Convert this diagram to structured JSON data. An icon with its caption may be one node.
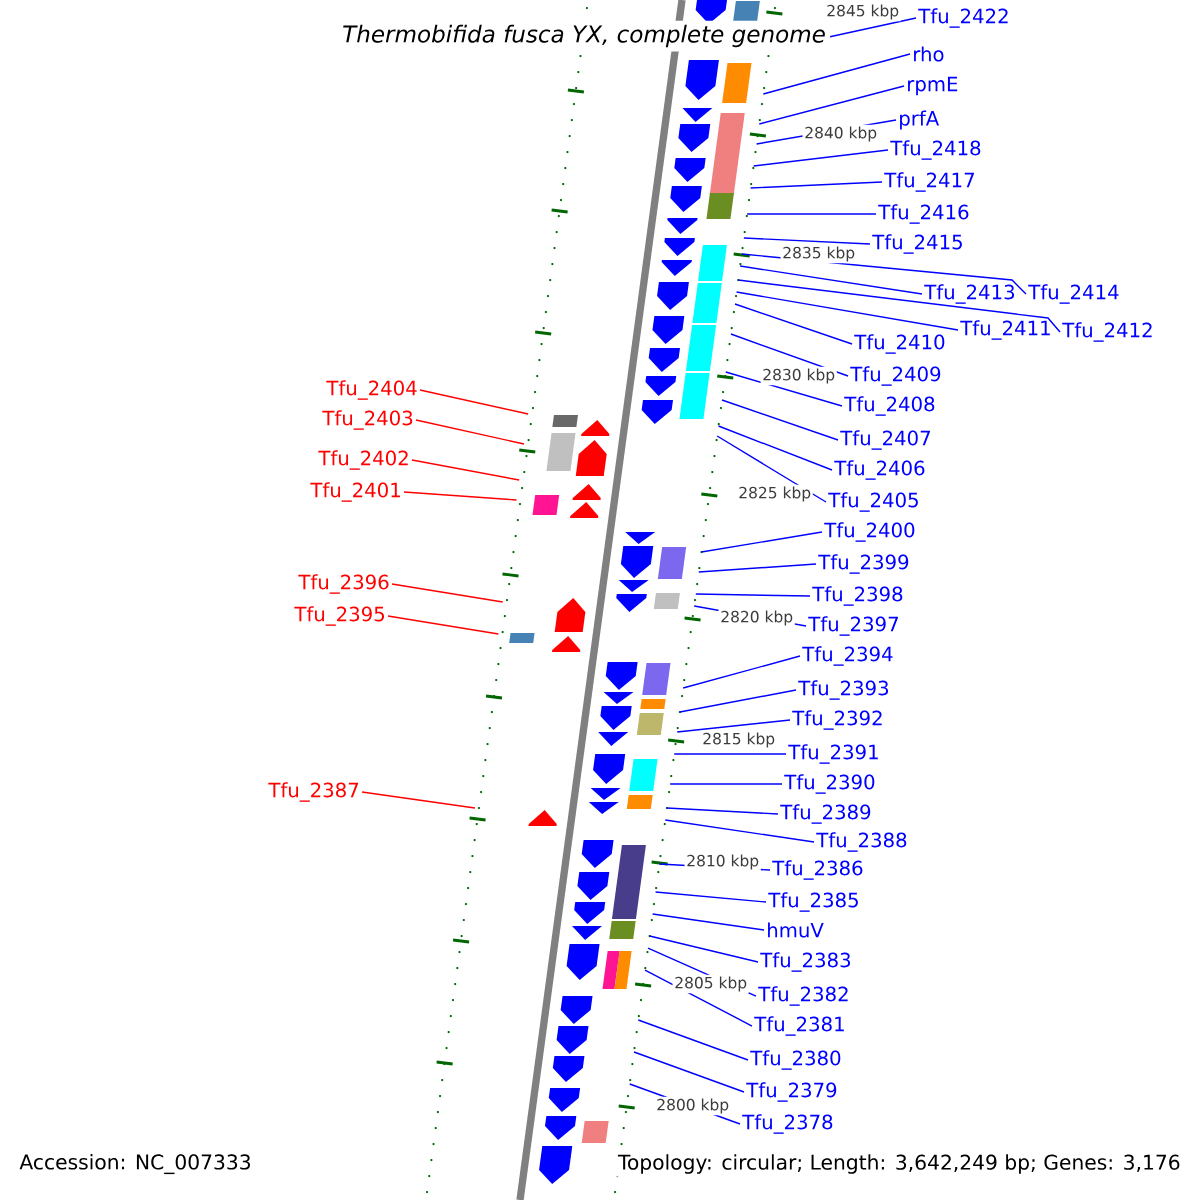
{
  "diagram": {
    "title": "Thermobifida fusca YX, complete genome",
    "nodes": [
      {
        "text": [
          "Tfu_2422"
        ]
      },
      {
        "text": [
          "rho"
        ]
      },
      {
        "text": [
          "rpmE"
        ]
      },
      {
        "text": [
          "prfA"
        ]
      },
      {
        "text": [
          "Tfu_2418"
        ]
      },
      {
        "text": [
          "Tfu_2417"
        ]
      },
      {
        "text": [
          "Tfu_2416"
        ]
      },
      {
        "text": [
          "Tfu_2415"
        ]
      },
      {
        "text": [
          "Tfu_2413"
        ]
      },
      {
        "text": [
          "Tfu_2414"
        ]
      },
      {
        "text": [
          "Tfu_2411"
        ]
      },
      {
        "text": [
          "Tfu_2412"
        ]
      },
      {
        "text": [
          "Tfu_2410"
        ]
      },
      {
        "text": [
          "Tfu_2409"
        ]
      },
      {
        "text": [
          "Tfu_2408"
        ]
      },
      {
        "text": [
          "Tfu_2407"
        ]
      },
      {
        "text": [
          "Tfu_2406"
        ]
      },
      {
        "text": [
          "Tfu_2405"
        ]
      },
      {
        "text": [
          "Tfu_2400"
        ]
      },
      {
        "text": [
          "Tfu_2399"
        ]
      },
      {
        "text": [
          "Tfu_2398"
        ]
      },
      {
        "text": [
          "Tfu_2397"
        ]
      },
      {
        "text": [
          "Tfu_2394"
        ]
      },
      {
        "text": [
          "Tfu_2393"
        ]
      },
      {
        "text": [
          "Tfu_2392"
        ]
      },
      {
        "text": [
          "Tfu_2391"
        ]
      },
      {
        "text": [
          "Tfu_2390"
        ]
      },
      {
        "text": [
          "Tfu_2389"
        ]
      },
      {
        "text": [
          "Tfu_2388"
        ]
      },
      {
        "text": [
          "Tfu_2386"
        ]
      },
      {
        "text": [
          "Tfu_2385"
        ]
      },
      {
        "text": [
          "hmuV"
        ]
      },
      {
        "text": [
          "Tfu_2383"
        ]
      },
      {
        "text": [
          "Tfu_2382"
        ]
      },
      {
        "text": [
          "Tfu_2381"
        ]
      },
      {
        "text": [
          "Tfu_2380"
        ]
      },
      {
        "text": [
          "Tfu_2379"
        ]
      },
      {
        "text": [
          "Tfu_2378"
        ]
      },
      {
        "text": [
          "Tfu_2404"
        ]
      },
      {
        "text": [
          "Tfu_2403"
        ]
      },
      {
        "text": [
          "Tfu_2402"
        ]
      },
      {
        "text": [
          "Tfu_2401"
        ]
      },
      {
        "text": [
          "Tfu_2396"
        ]
      },
      {
        "text": [
          "Tfu_2395"
        ]
      },
      {
        "text": [
          "Tfu_2387"
        ]
      },
      {
        "text": [],
        "shape": "picture"
      }
    ],
    "edges": [
      {
        "from": 0,
        "to": 45,
        "arrow": "none"
      },
      {
        "from": 1,
        "to": 45,
        "arrow": "none"
      },
      {
        "from": 2,
        "to": 45,
        "arrow": "none"
      },
      {
        "from": 3,
        "to": 45,
        "arrow": "none"
      },
      {
        "from": 4,
        "to": 45,
        "arrow": "none"
      },
      {
        "from": 5,
        "to": 45,
        "arrow": "none"
      },
      {
        "from": 6,
        "to": 45,
        "arrow": "none"
      },
      {
        "from": 7,
        "to": 45,
        "arrow": "none"
      },
      {
        "from": 8,
        "to": 45,
        "arrow": "none"
      },
      {
        "from": 9,
        "to": 45,
        "arrow": "none"
      },
      {
        "from": 10,
        "to": 45,
        "arrow": "none"
      },
      {
        "from": 11,
        "to": 45,
        "arrow": "none"
      },
      {
        "from": 12,
        "to": 45,
        "arrow": "none"
      },
      {
        "from": 13,
        "to": 45,
        "arrow": "none"
      },
      {
        "from": 14,
        "to": 45,
        "arrow": "none"
      },
      {
        "from": 15,
        "to": 45,
        "arrow": "none"
      },
      {
        "from": 16,
        "to": 45,
        "arrow": "none"
      },
      {
        "from": 17,
        "to": 45,
        "arrow": "none"
      },
      {
        "from": 18,
        "to": 45,
        "arrow": "none"
      },
      {
        "from": 19,
        "to": 45,
        "arrow": "none"
      },
      {
        "from": 20,
        "to": 45,
        "arrow": "none"
      },
      {
        "from": 21,
        "to": 45,
        "arrow": "none"
      },
      {
        "from": 22,
        "to": 45,
        "arrow": "none"
      },
      {
        "from": 23,
        "to": 45,
        "arrow": "none"
      },
      {
        "from": 24,
        "to": 45,
        "arrow": "none"
      },
      {
        "from": 25,
        "to": 45,
        "arrow": "none"
      },
      {
        "from": 26,
        "to": 45,
        "arrow": "none"
      },
      {
        "from": 27,
        "to": 45,
        "arrow": "none"
      },
      {
        "from": 28,
        "to": 45,
        "arrow": "none"
      },
      {
        "from": 29,
        "to": 45,
        "arrow": "none"
      },
      {
        "from": 30,
        "to": 45,
        "arrow": "none"
      },
      {
        "from": 31,
        "to": 45,
        "arrow": "none"
      },
      {
        "from": 32,
        "to": 45,
        "arrow": "none"
      },
      {
        "from": 33,
        "to": 45,
        "arrow": "none"
      },
      {
        "from": 34,
        "to": 45,
        "arrow": "none"
      },
      {
        "from": 35,
        "to": 45,
        "arrow": "none"
      },
      {
        "from": 36,
        "to": 45,
        "arrow": "none"
      },
      {
        "from": 37,
        "to": 45,
        "arrow": "none"
      },
      {
        "from": 38,
        "to": 45,
        "arrow": "none",
        "color": "#ff0000"
      },
      {
        "from": 39,
        "to": 45,
        "arrow": "none",
        "color": "#ff0000"
      },
      {
        "from": 40,
        "to": 45,
        "arrow": "none",
        "color": "#ff0000"
      },
      {
        "from": 41,
        "to": 45,
        "arrow": "none",
        "color": "#ff0000"
      },
      {
        "from": 42,
        "to": 45,
        "arrow": "none",
        "color": "#ff0000"
      },
      {
        "from": 43,
        "to": 45,
        "arrow": "none",
        "color": "#ff0000"
      },
      {
        "from": 44,
        "to": 45,
        "arrow": "none",
        "color": "#ff0000"
      }
    ],
    "labels": [
      "2845 kbp",
      "2840 kbp",
      "2835 kbp",
      "2830 kbp",
      "2825 kbp",
      "2820 kbp",
      "2815 kbp",
      "2810 kbp",
      "2805 kbp",
      "2800 kbp",
      "Accession: NC_007333",
      "Topology: circular; Length: 3,642,249 bp; Genes: 3,176"
    ]
  }
}
